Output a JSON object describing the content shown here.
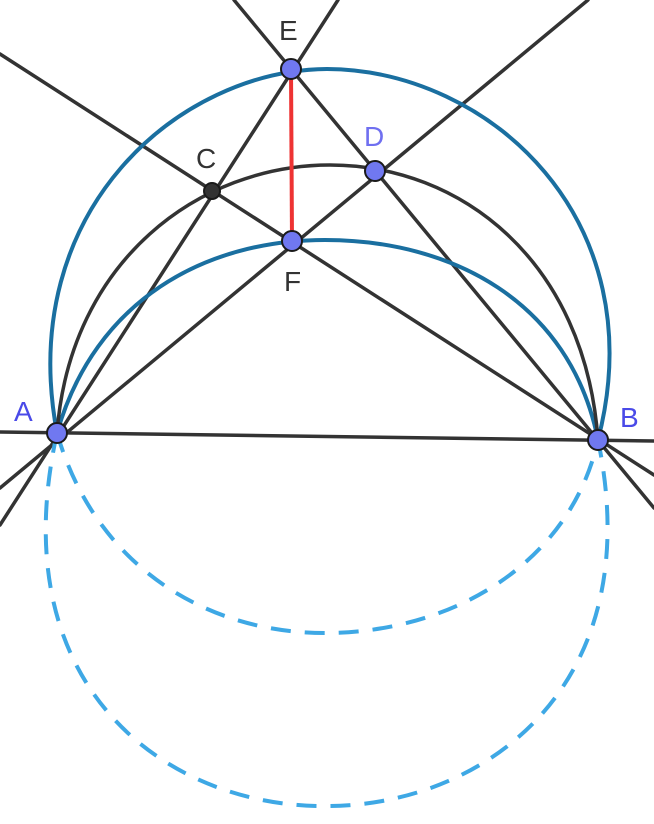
{
  "colors": {
    "background": "#ffffff",
    "line": "#333333",
    "arc_solid_blue": "#1a6fa0",
    "circle_dashed_blue": "#3ea8e5",
    "segment_red": "#ee3333",
    "point_fill_blue": "#7078f0",
    "point_fill_dark": "#333333",
    "point_stroke": "#1a1a1a",
    "label_blue": "#4a4ae8",
    "label_violet": "#6f6ff0",
    "label_dark": "#333333"
  },
  "points": {
    "A": {
      "label": "A"
    },
    "B": {
      "label": "B"
    },
    "C": {
      "label": "C"
    },
    "D": {
      "label": "D"
    },
    "E": {
      "label": "E"
    },
    "F": {
      "label": "F"
    }
  }
}
